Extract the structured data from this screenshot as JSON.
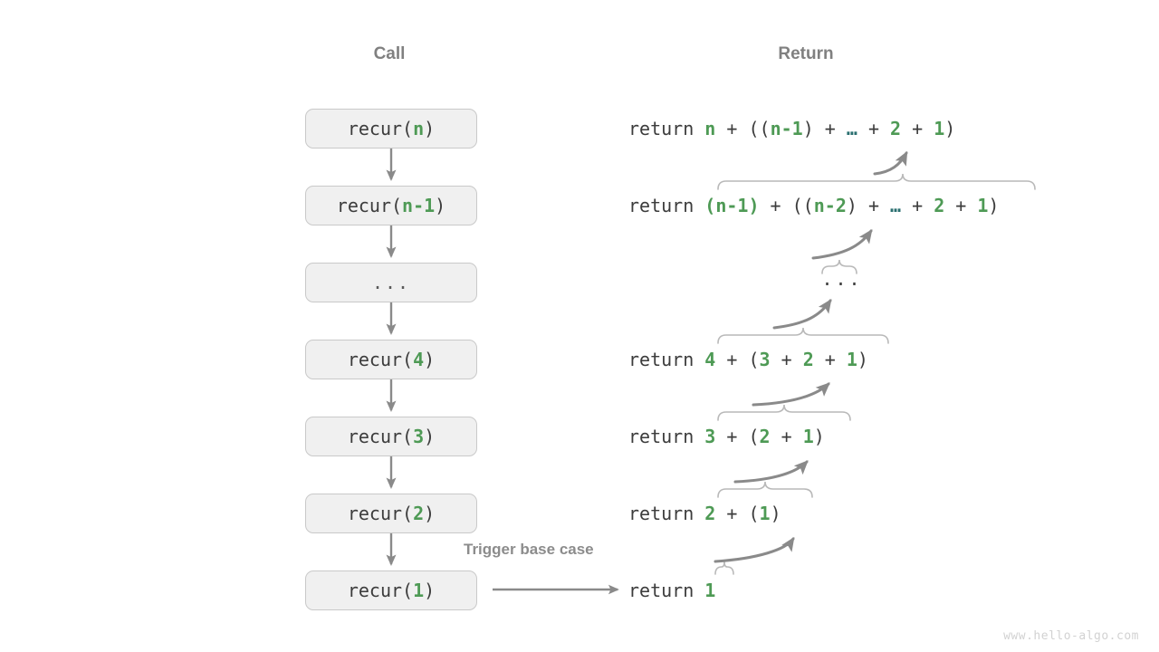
{
  "columns": {
    "call_header": "Call",
    "return_header": "Return"
  },
  "colors": {
    "green": "#4e9a55",
    "box_fill": "#f0f0f0",
    "box_border": "#c9c9c9",
    "arrow": "#8a8a8a",
    "brace": "#b9b9b9",
    "text": "#3c3c3c",
    "header": "#808080",
    "watermark": "#d2d2d2",
    "dots_teal": "#2a6f70"
  },
  "call_stack": [
    {
      "prefix": "recur(",
      "arg": "n",
      "suffix": ")",
      "is_ellipsis": false,
      "text": "recur(n)"
    },
    {
      "prefix": "recur(",
      "arg": "n-1",
      "suffix": ")",
      "is_ellipsis": false,
      "text": "recur(n-1)"
    },
    {
      "prefix": "",
      "arg": "",
      "suffix": "",
      "is_ellipsis": true,
      "text": "..."
    },
    {
      "prefix": "recur(",
      "arg": "4",
      "suffix": ")",
      "is_ellipsis": false,
      "text": "recur(4)"
    },
    {
      "prefix": "recur(",
      "arg": "3",
      "suffix": ")",
      "is_ellipsis": false,
      "text": "recur(3)"
    },
    {
      "prefix": "recur(",
      "arg": "2",
      "suffix": ")",
      "is_ellipsis": false,
      "text": "recur(2)"
    },
    {
      "prefix": "recur(",
      "arg": "1",
      "suffix": ")",
      "is_ellipsis": false,
      "text": "recur(1)"
    }
  ],
  "returns": [
    {
      "keyword": "return",
      "expression": "n + ((n-1) + … + 2 + 1)",
      "full": "return n + ((n-1) + … + 2 + 1)"
    },
    {
      "keyword": "return",
      "expression": "(n-1) + ((n-2) + … + 2 + 1)",
      "full": "return (n-1) + ((n-2) + … + 2 + 1)"
    },
    {
      "keyword": "",
      "expression": "...",
      "full": "..."
    },
    {
      "keyword": "return",
      "expression": "4 + (3 + 2 + 1)",
      "full": "return 4 + (3 + 2 + 1)"
    },
    {
      "keyword": "return",
      "expression": "3 + (2 + 1)",
      "full": "return 3 + (2 + 1)"
    },
    {
      "keyword": "return",
      "expression": "2 + (1)",
      "full": "return 2 + (1)"
    },
    {
      "keyword": "return",
      "expression": "1",
      "full": "return 1"
    }
  ],
  "annotations": {
    "trigger_base_case": "Trigger base case"
  },
  "watermark": "www.hello-algo.com"
}
